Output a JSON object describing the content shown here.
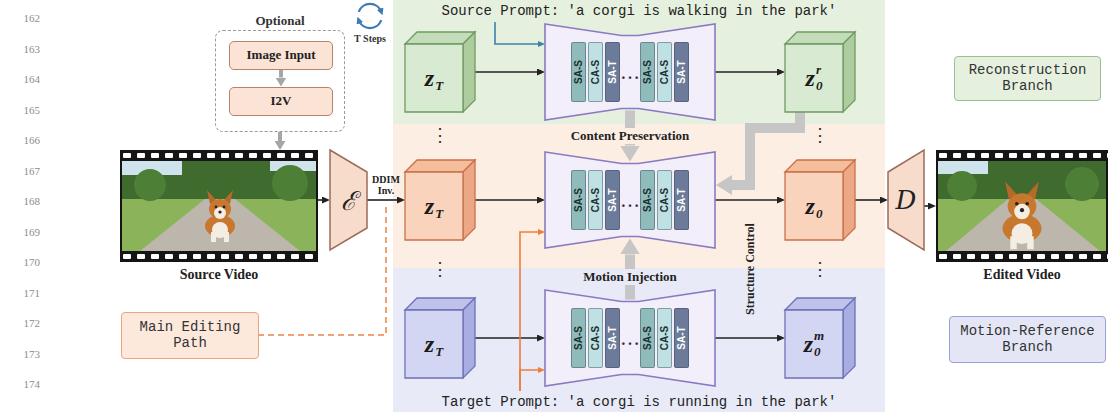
{
  "diagram": {
    "nodes": [
      {
        "text": [
          "Optional"
        ]
      },
      {
        "text": [
          "Image Input"
        ],
        "in": 0
      },
      {
        "text": [
          "I2V"
        ],
        "in": 0
      },
      {
        "text": [
          "Source Video"
        ]
      },
      {
        "text": [
          "ℰ"
        ]
      },
      {
        "text": [
          "Source Prompt: 'a corgi is walking in the park'"
        ]
      },
      {
        "text": [
          "z",
          "T"
        ],
        "in": 5
      },
      {
        "text": [
          "…"
        ],
        "in": 5
      },
      {
        "text": [
          "SA-S"
        ],
        "in": 7
      },
      {
        "text": [
          "CA-S"
        ],
        "in": 7
      },
      {
        "text": [
          "SA-T"
        ],
        "in": 7
      },
      {
        "text": [
          "SA-S"
        ],
        "in": 7
      },
      {
        "text": [
          "CA-S"
        ],
        "in": 7
      },
      {
        "text": [
          "SA-T"
        ],
        "in": 7
      },
      {
        "text": [
          "z",
          "0",
          "r"
        ],
        "in": 5
      },
      {
        "text": []
      },
      {
        "text": [
          "z",
          "T"
        ],
        "in": 15
      },
      {
        "text": [
          "…"
        ],
        "in": 15
      },
      {
        "text": [
          "SA-S"
        ],
        "in": 17
      },
      {
        "text": [
          "CA-S"
        ],
        "in": 17
      },
      {
        "text": [
          "SA-T"
        ],
        "in": 17
      },
      {
        "text": [
          "SA-S"
        ],
        "in": 17
      },
      {
        "text": [
          "CA-S"
        ],
        "in": 17
      },
      {
        "text": [
          "SA-T"
        ],
        "in": 17
      },
      {
        "text": [
          "z",
          "0"
        ],
        "in": 15
      },
      {
        "text": [
          "Target Prompt: 'a corgi is running in the park'"
        ]
      },
      {
        "text": [
          "z",
          "T"
        ],
        "in": 25
      },
      {
        "text": [
          "…"
        ],
        "in": 25
      },
      {
        "text": [
          "SA-S"
        ],
        "in": 27
      },
      {
        "text": [
          "CA-S"
        ],
        "in": 27
      },
      {
        "text": [
          "SA-T"
        ],
        "in": 27
      },
      {
        "text": [
          "SA-S"
        ],
        "in": 27
      },
      {
        "text": [
          "CA-S"
        ],
        "in": 27
      },
      {
        "text": [
          "SA-T"
        ],
        "in": 27
      },
      {
        "text": [
          "z",
          "0",
          "m"
        ],
        "in": 25
      },
      {
        "text": [
          "D"
        ]
      },
      {
        "text": [
          "Edited Video"
        ]
      },
      {
        "text": [
          "Reconstruction Branch"
        ]
      },
      {
        "text": [
          "Main Editing Path"
        ]
      },
      {
        "text": [
          "Motion-Reference Branch"
        ]
      }
    ],
    "edges": [
      {
        "from": 1,
        "to": 2,
        "arrow": "to"
      },
      {
        "from": 0,
        "to": 3,
        "arrow": "to"
      },
      {
        "from": 3,
        "to": 4,
        "arrow": "to"
      },
      {
        "from": 4,
        "to": 16,
        "label": "DDIM Inv.",
        "arrow": "to"
      },
      {
        "from": 6,
        "to": 7,
        "arrow": "to"
      },
      {
        "from": 7,
        "to": 14,
        "arrow": "to"
      },
      {
        "from": 16,
        "to": 17,
        "arrow": "to"
      },
      {
        "from": 17,
        "to": 24,
        "arrow": "to"
      },
      {
        "from": 26,
        "to": 27,
        "arrow": "to"
      },
      {
        "from": 27,
        "to": 34,
        "arrow": "to"
      },
      {
        "from": 7,
        "to": 17,
        "label": "Content Preservation",
        "arrow": "to"
      },
      {
        "from": 27,
        "to": 17,
        "label": "Motion Injection",
        "arrow": "to"
      },
      {
        "from": 14,
        "to": 17,
        "label": "Structure Control",
        "arrow": "to"
      },
      {
        "from": 24,
        "to": 35,
        "arrow": "to"
      },
      {
        "from": 35,
        "to": 36,
        "arrow": "to"
      },
      {
        "from": 5,
        "to": 7,
        "arrow": "to"
      },
      {
        "from": 25,
        "to": 17,
        "arrow": "to"
      },
      {
        "from": 25,
        "to": 27,
        "arrow": "to"
      }
    ],
    "labels": [
      "162",
      "163",
      "164",
      "165",
      "166",
      "167",
      "168",
      "169",
      "170",
      "171",
      "172",
      "173",
      "174",
      "⋮",
      "⋮",
      "⋮",
      "⋮",
      "T Steps"
    ]
  }
}
